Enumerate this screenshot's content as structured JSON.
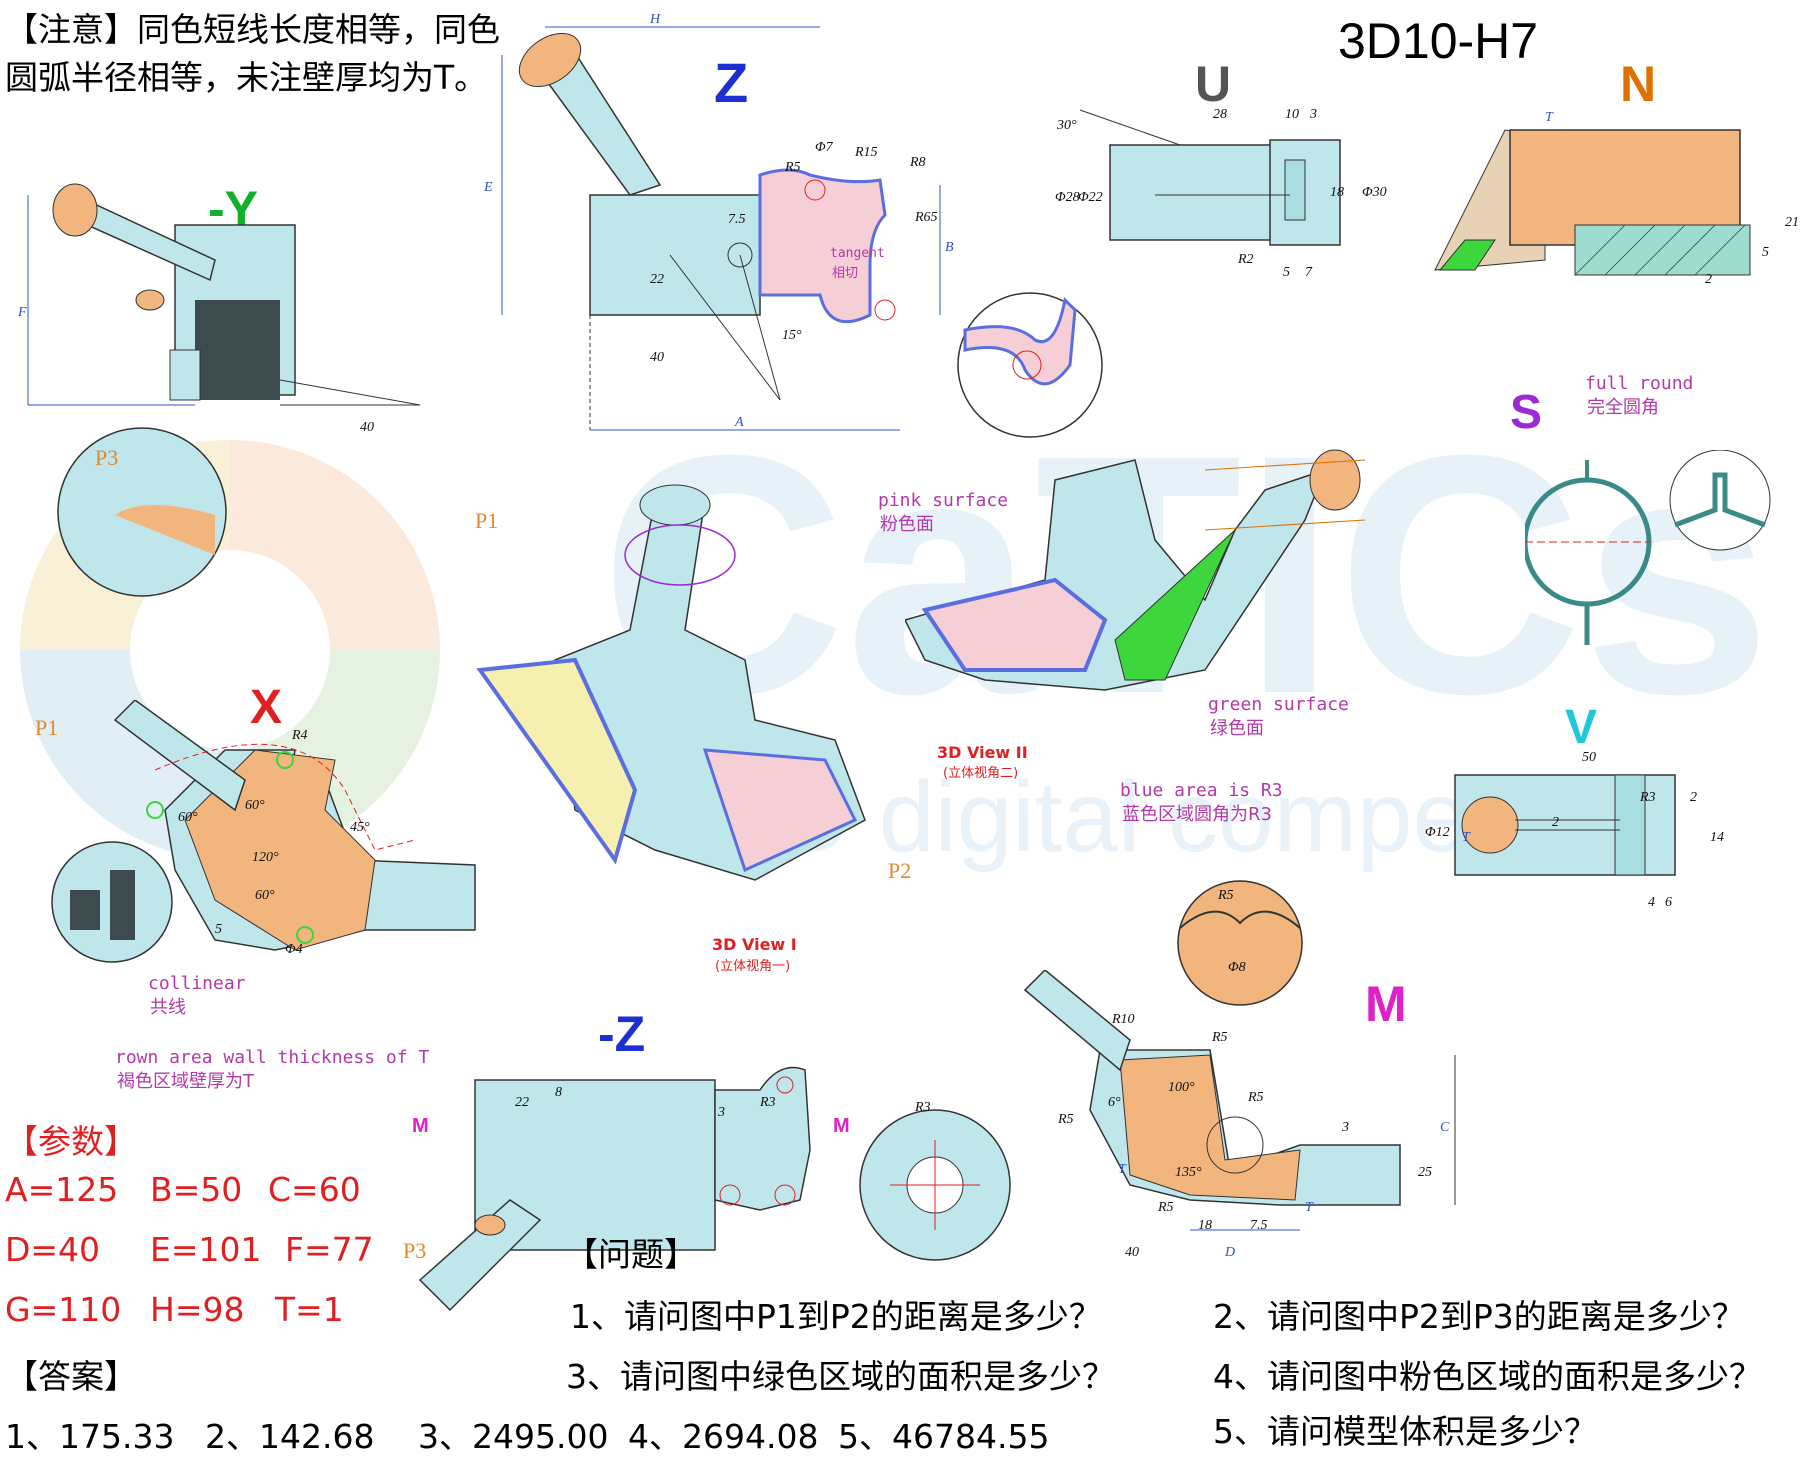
{
  "note": "【注意】同色短线长度相等，同色圆弧半径相等，未注壁厚均为T。",
  "title": "3D10-H7",
  "watermark": {
    "brand": "CaTICs",
    "sub": "CAD digital competition"
  },
  "views": {
    "neg_y": "-Y",
    "z": "Z",
    "u": "U",
    "n": "N",
    "s": "S",
    "v": "V",
    "x": "X",
    "neg_z": "-Z",
    "m": "M"
  },
  "annotations": {
    "tangent_en": "tangent",
    "tangent_cn": "相切",
    "pink_en": "pink surface",
    "pink_cn": "粉色面",
    "green_en": "green surface",
    "green_cn": "绿色面",
    "blue_en": "blue area is R3",
    "blue_cn": "蓝色区域圆角为R3",
    "fullround_en": "full round",
    "fullround_cn": "完全圆角",
    "collinear_en": "collinear",
    "collinear_cn": "共线",
    "brown_en": "rown area wall thickness of T",
    "brown_cn": "褐色区域壁厚为T",
    "view1_en": "3D View I",
    "view1_cn": "(立体视角一)",
    "view2_en": "3D View II",
    "view2_cn": "(立体视角二)",
    "p1": "P1",
    "p2": "P2",
    "p3": "P3"
  },
  "dims": {
    "u": [
      "28",
      "10",
      "3",
      "30°",
      "Φ28",
      "Φ22",
      "18",
      "Φ30",
      "R2",
      "5",
      "7"
    ],
    "n": [
      "T",
      "21",
      "5",
      "2"
    ],
    "z": [
      "H",
      "E",
      "B",
      "A",
      "Φ7",
      "R15",
      "R8",
      "R65",
      "R5",
      "7.5",
      "22",
      "40",
      "15°"
    ],
    "neg_y": [
      "F",
      "40"
    ],
    "x": [
      "R4",
      "60°",
      "60°",
      "45°",
      "120°",
      "60°",
      "5",
      "Φ4"
    ],
    "v": [
      "50",
      "Φ12",
      "2",
      "R3",
      "2",
      "14",
      "4",
      "6",
      "T"
    ],
    "m": [
      "R5",
      "Φ8",
      "R10",
      "R5",
      "R5",
      "100°",
      "6°",
      "R5",
      "135°",
      "R5",
      "3",
      "25",
      "C",
      "T",
      "T",
      "18",
      "7.5",
      "40",
      "D"
    ],
    "neg_z": [
      "8",
      "22",
      "R3",
      "R3",
      "3"
    ]
  },
  "params": {
    "header": "【参数】",
    "rows": [
      [
        "A=125",
        "B=50",
        "C=60"
      ],
      [
        "D=40",
        "E=101",
        "F=77"
      ],
      [
        "G=110",
        "H=98",
        "T=1"
      ]
    ]
  },
  "answers": {
    "header": "【答案】",
    "items": [
      "1、175.33",
      "2、142.68",
      "3、2495.00",
      "4、2694.08",
      "5、46784.55"
    ]
  },
  "questions": {
    "header": "【问题】",
    "items": [
      "1、请问图中P1到P2的距离是多少？",
      "2、请问图中P2到P3的距离是多少？",
      "3、请问图中绿色区域的面积是多少？",
      "4、请问图中粉色区域的面积是多少？",
      "5、请问模型体积是多少？"
    ]
  },
  "colors": {
    "cyan_body": "#bfe6ea",
    "pink": "#f6cfd6",
    "green": "#3dd63d",
    "brown": "#f2b57e",
    "blue_edge": "#5a6ee0",
    "red": "#e02020",
    "view_blue": "#1c2fd0",
    "view_orange": "#e07000",
    "view_magenta": "#e020c8",
    "view_purple": "#9a2ad8",
    "view_cyan": "#20c8d8",
    "view_green": "#10b02a"
  }
}
